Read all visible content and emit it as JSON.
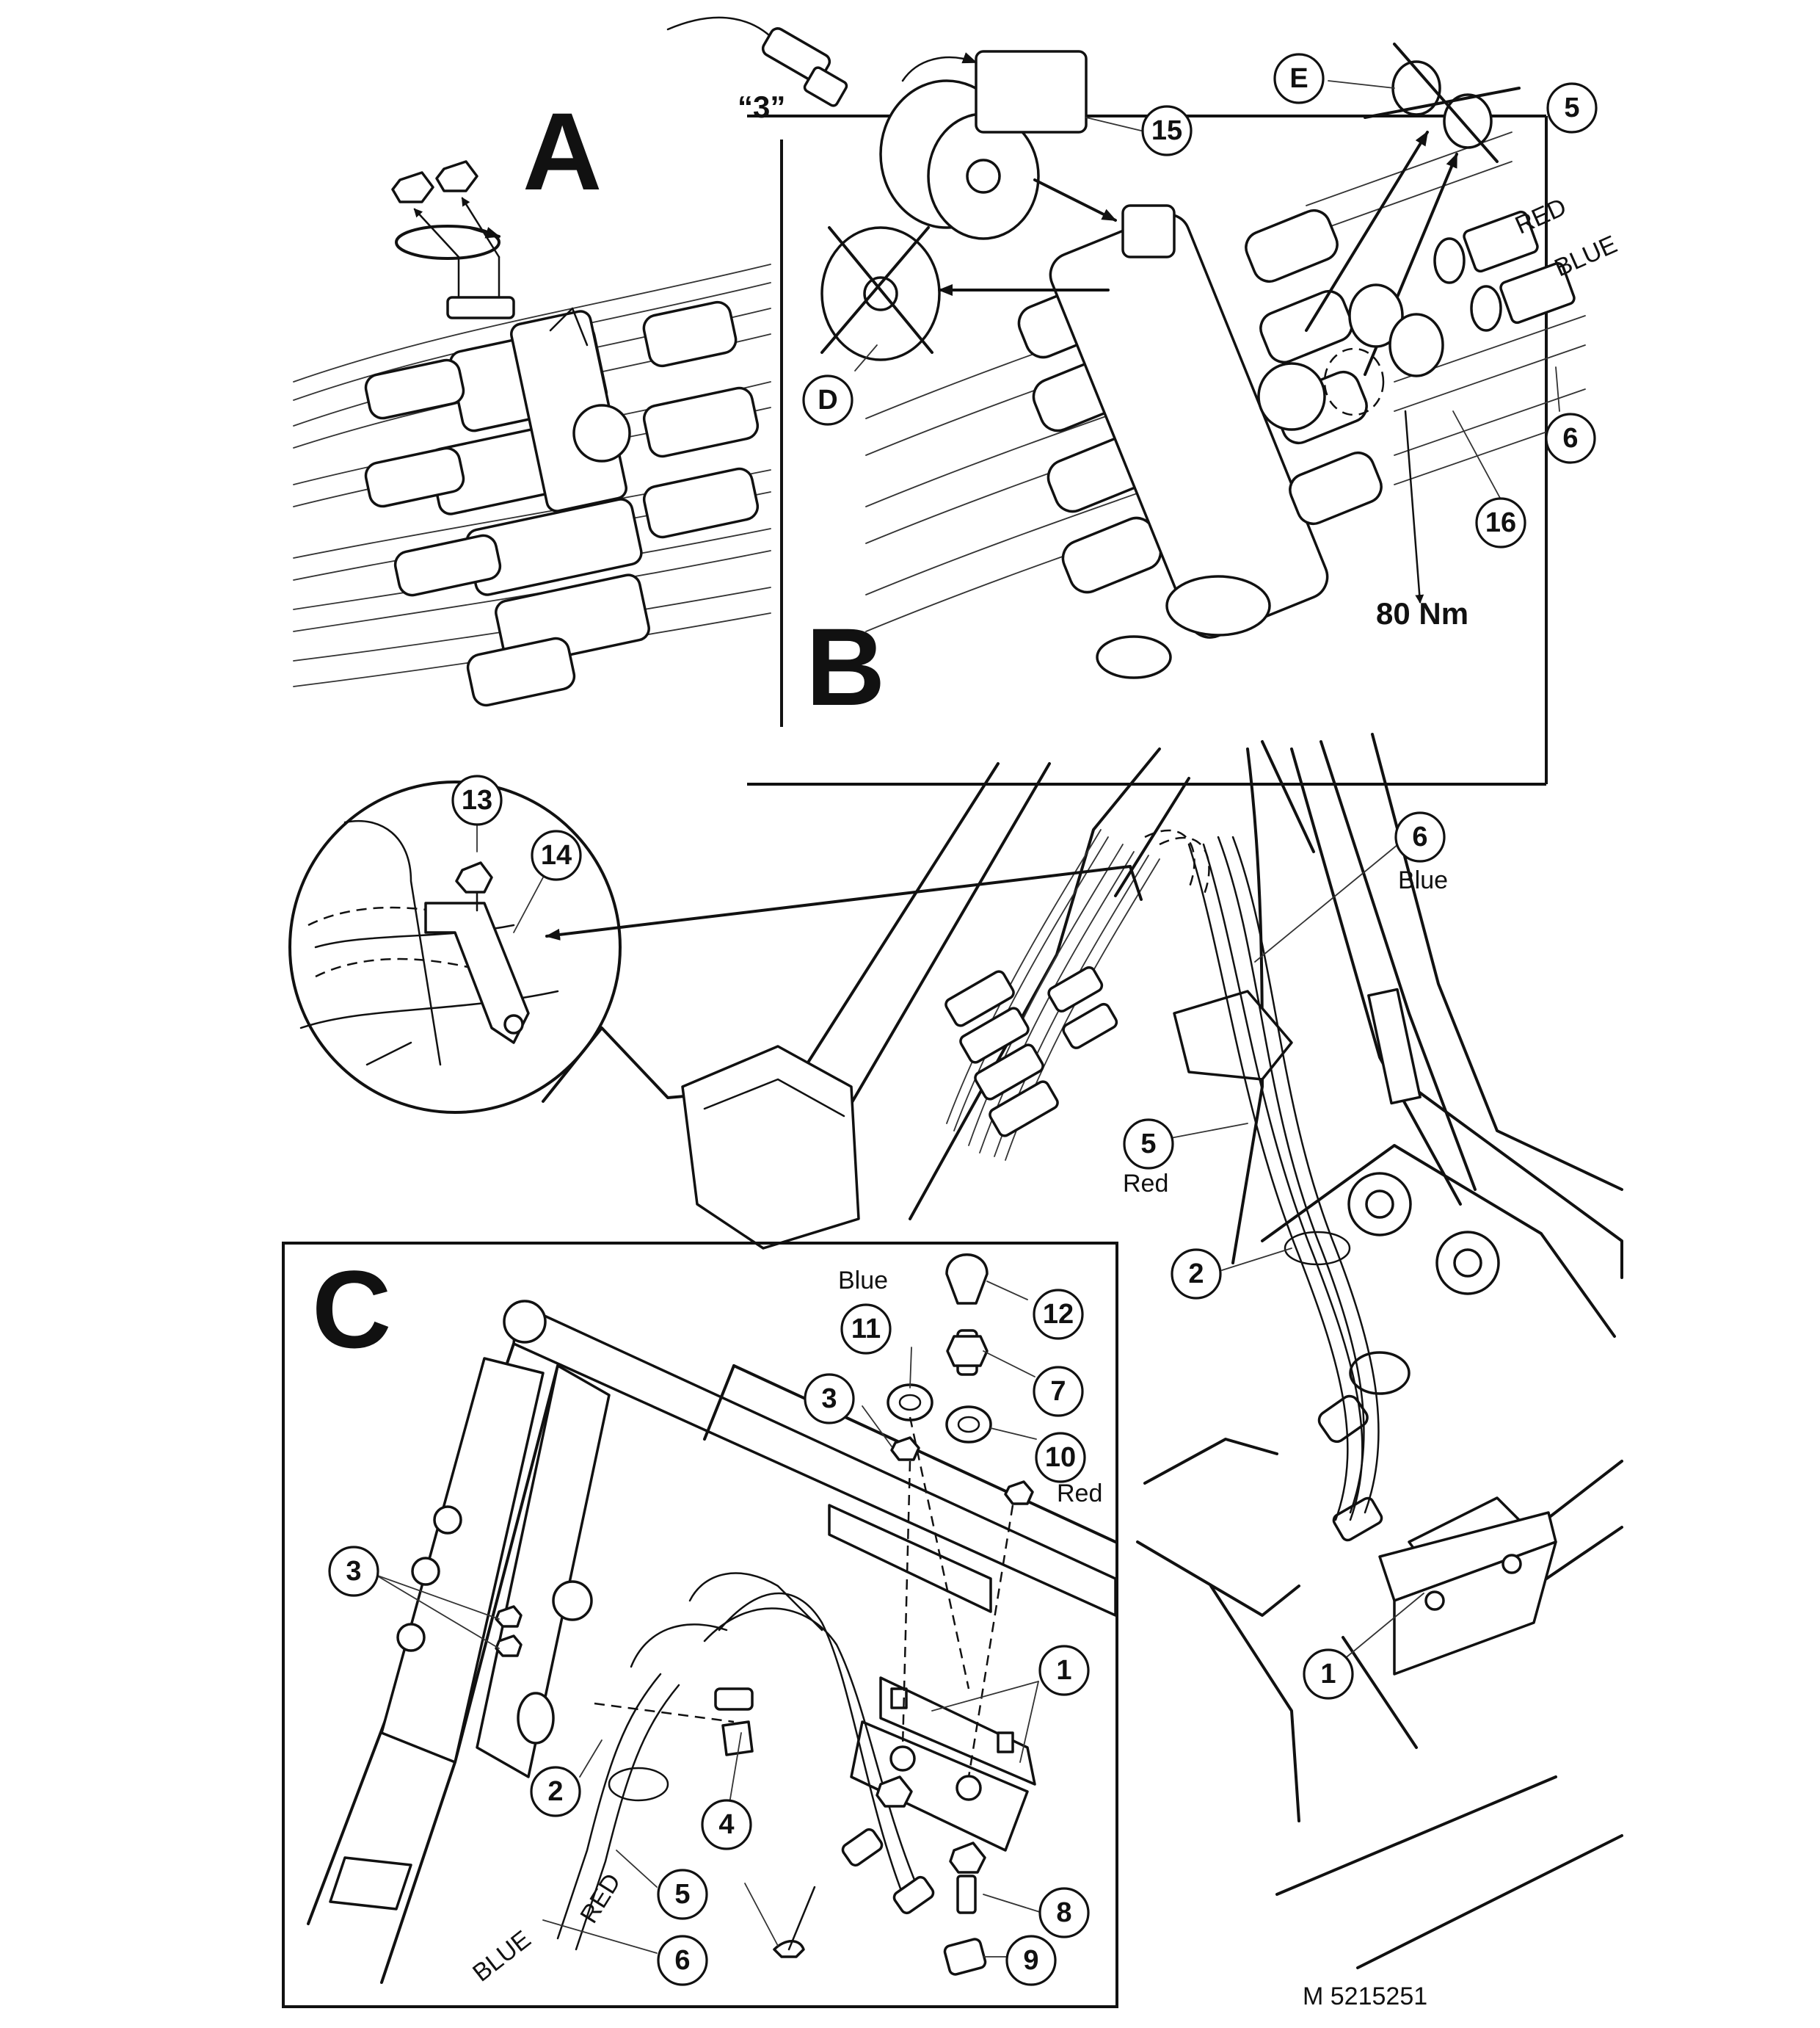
{
  "panels": {
    "a": "A",
    "b": "B",
    "c": "C"
  },
  "callouts": {
    "b_15": "15",
    "b_5": "5",
    "b_6": "6",
    "b_16": "16",
    "b_d": "D",
    "b_e": "E",
    "mid_13": "13",
    "mid_14": "14",
    "mid_6": "6",
    "mid_5": "5",
    "mid_2": "2",
    "mid_1": "1",
    "c_12": "12",
    "c_11": "11",
    "c_7": "7",
    "c_3a": "3",
    "c_10": "10",
    "c_3b": "3",
    "c_1": "1",
    "c_2": "2",
    "c_4": "4",
    "c_5": "5",
    "c_6": "6",
    "c_8": "8",
    "c_9": "9"
  },
  "labels": {
    "quote_3": "“3”",
    "red_b": "RED",
    "blue_b": "BLUE",
    "torque": "80 Nm",
    "blue_mid": "Blue",
    "red_mid": "Red",
    "blue_c": "Blue",
    "red_c": "Red",
    "red_c_hose": "RED",
    "blue_c_hose": "BLUE",
    "figure_id": "M 5215251"
  },
  "colors": {
    "ink": "#111111",
    "background": "#ffffff",
    "hatch": "#e6e6e6"
  }
}
